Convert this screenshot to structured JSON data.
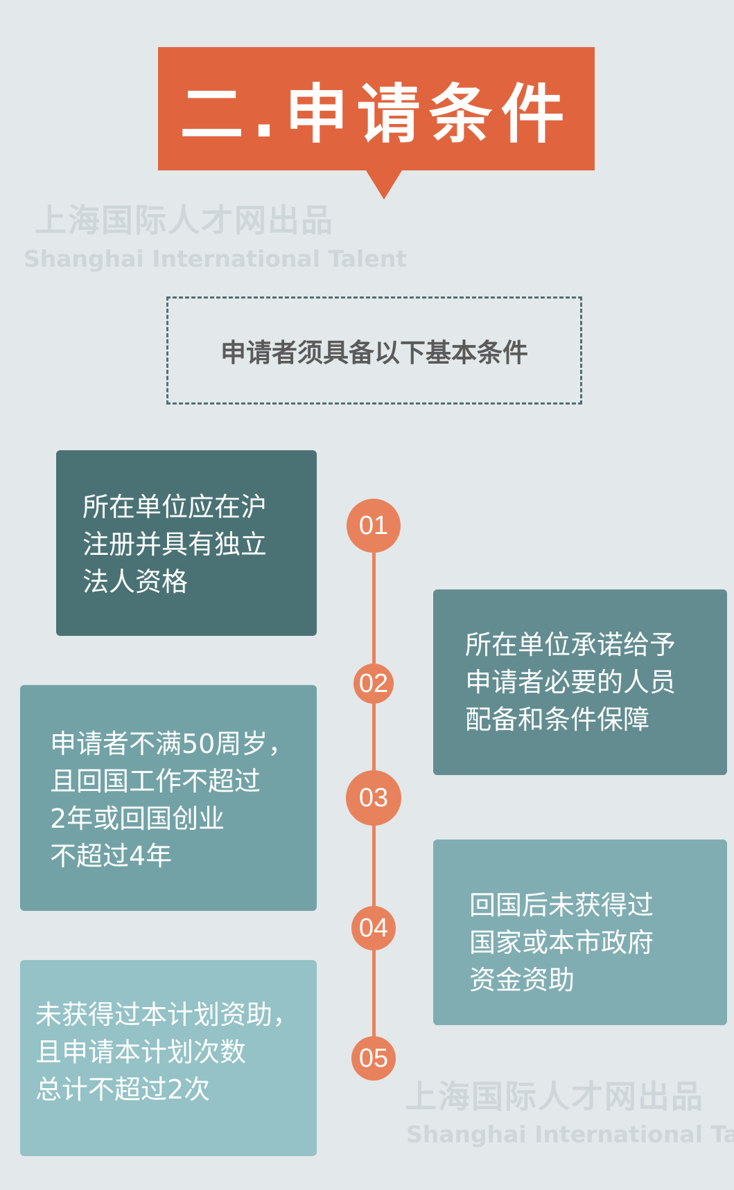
{
  "header": {
    "title": "二.申请条件"
  },
  "watermark": {
    "cn": "上海国际人才网出品",
    "en": "Shanghai International Talent",
    "en_cropped": "Shanghai International Tale"
  },
  "subtitle": "申请者须具备以下基本条件",
  "timeline": {
    "nodes": [
      "01",
      "02",
      "03",
      "04",
      "05"
    ]
  },
  "conditions": [
    {
      "lines": [
        "所在单位应在沪",
        "注册并具有独立",
        "法人资格"
      ]
    },
    {
      "lines": [
        "所在单位承诺给予",
        "申请者必要的人员",
        "配备和条件保障"
      ]
    },
    {
      "lines": [
        "申请者不满50周岁，",
        "且回国工作不超过",
        "2年或回国创业",
        "不超过4年"
      ]
    },
    {
      "lines": [
        "回国后未获得过",
        "国家或本市政府",
        "资金资助"
      ]
    },
    {
      "lines": [
        "未获得过本计划资助，",
        "且申请本计划次数",
        "总计不超过2次"
      ]
    }
  ],
  "colors": {
    "background": "#e3e8ea",
    "accent": "#e0653f",
    "card_1": "#4a7274",
    "card_2": "#628c90",
    "card_3": "#72a2a6",
    "card_4": "#80adb2",
    "card_5": "#94c2c6"
  }
}
